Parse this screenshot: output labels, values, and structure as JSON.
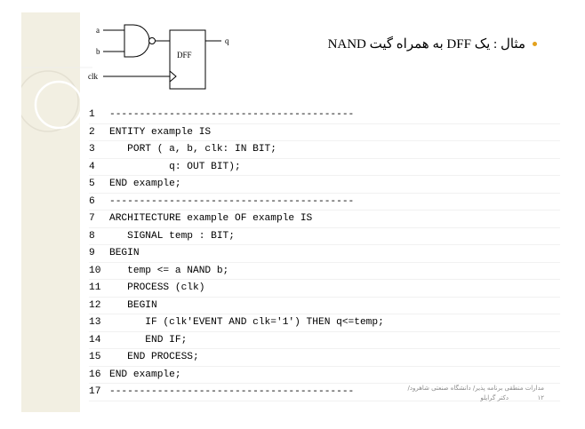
{
  "title": "مثال : یک DFF به همراه گیت NAND",
  "circuit": {
    "input_a": "a",
    "input_b": "b",
    "input_clk": "clk",
    "dff_label": "DFF",
    "output_q": "q"
  },
  "code_lines": [
    {
      "n": "1",
      "text": "-----------------------------------------"
    },
    {
      "n": "2",
      "text": "ENTITY example IS"
    },
    {
      "n": "3",
      "text": "   PORT ( a, b, clk: IN BIT;"
    },
    {
      "n": "4",
      "text": "          q: OUT BIT);"
    },
    {
      "n": "5",
      "text": "END example;"
    },
    {
      "n": "6",
      "text": "-----------------------------------------"
    },
    {
      "n": "7",
      "text": "ARCHITECTURE example OF example IS"
    },
    {
      "n": "8",
      "text": "   SIGNAL temp : BIT;"
    },
    {
      "n": "9",
      "text": "BEGIN"
    },
    {
      "n": "10",
      "text": "   temp <= a NAND b;"
    },
    {
      "n": "11",
      "text": "   PROCESS (clk)"
    },
    {
      "n": "12",
      "text": "   BEGIN"
    },
    {
      "n": "13",
      "text": "      IF (clk'EVENT AND clk='1') THEN q<=temp;"
    },
    {
      "n": "14",
      "text": "      END IF;"
    },
    {
      "n": "15",
      "text": "   END PROCESS;"
    },
    {
      "n": "16",
      "text": "END example;"
    },
    {
      "n": "17",
      "text": "-----------------------------------------"
    }
  ],
  "footer": {
    "line1": "مدارات منطقی برنامه پذیر/ دانشگاه صنعتی شاهرود/",
    "line2": "دکتر گرایلو",
    "page_number": "۱۲"
  },
  "colors": {
    "bullet": "#e3a11d",
    "left_band": "#f2efe2"
  }
}
